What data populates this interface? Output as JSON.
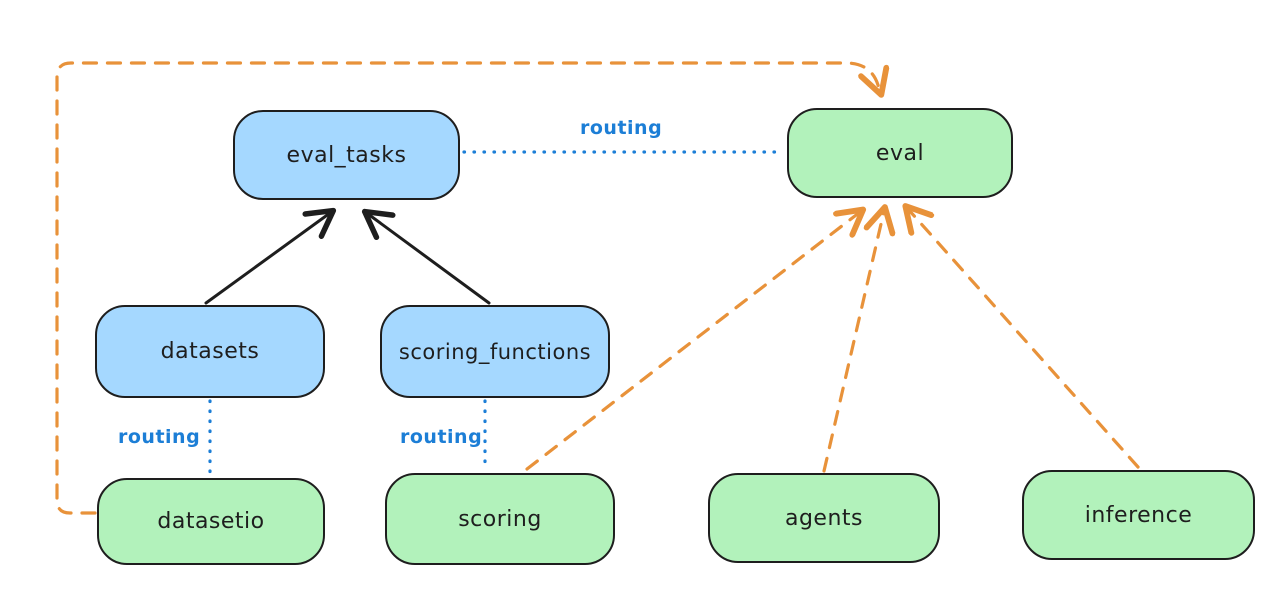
{
  "diagram": {
    "type": "architecture-diagram",
    "background": "#ffffff",
    "nodes": {
      "eval_tasks": {
        "label": "eval_tasks",
        "kind": "api",
        "fill": "#a5d8ff"
      },
      "eval": {
        "label": "eval",
        "kind": "provider",
        "fill": "#b2f2bb"
      },
      "datasets": {
        "label": "datasets",
        "kind": "api",
        "fill": "#a5d8ff"
      },
      "scoring_functions": {
        "label": "scoring_functions",
        "kind": "api",
        "fill": "#a5d8ff"
      },
      "datasetio": {
        "label": "datasetio",
        "kind": "provider",
        "fill": "#b2f2bb"
      },
      "scoring": {
        "label": "scoring",
        "kind": "provider",
        "fill": "#b2f2bb"
      },
      "agents": {
        "label": "agents",
        "kind": "provider",
        "fill": "#b2f2bb"
      },
      "inference": {
        "label": "inference",
        "kind": "provider",
        "fill": "#b2f2bb"
      }
    },
    "edges": [
      {
        "from": "datasets",
        "to": "eval_tasks",
        "style": "solid-arrow",
        "color": "#1e1e1e",
        "label": ""
      },
      {
        "from": "scoring_functions",
        "to": "eval_tasks",
        "style": "solid-arrow",
        "color": "#1e1e1e",
        "label": ""
      },
      {
        "from": "eval_tasks",
        "to": "eval",
        "style": "dotted",
        "color": "#1c7ed6",
        "label": "routing"
      },
      {
        "from": "datasets",
        "to": "datasetio",
        "style": "dotted",
        "color": "#1c7ed6",
        "label": "routing"
      },
      {
        "from": "scoring_functions",
        "to": "scoring",
        "style": "dotted",
        "color": "#1c7ed6",
        "label": "routing"
      },
      {
        "from": "datasetio",
        "to": "eval",
        "style": "dashed-arrow",
        "color": "#e8923a",
        "label": ""
      },
      {
        "from": "scoring",
        "to": "eval",
        "style": "dashed-arrow",
        "color": "#e8923a",
        "label": ""
      },
      {
        "from": "agents",
        "to": "eval",
        "style": "dashed-arrow",
        "color": "#e8923a",
        "label": ""
      },
      {
        "from": "inference",
        "to": "eval",
        "style": "dashed-arrow",
        "color": "#e8923a",
        "label": ""
      }
    ],
    "colors": {
      "api_fill": "#a5d8ff",
      "provider_fill": "#b2f2bb",
      "stroke": "#1e1e1e",
      "routing_blue": "#1c7ed6",
      "dashed_orange": "#e8923a"
    }
  }
}
